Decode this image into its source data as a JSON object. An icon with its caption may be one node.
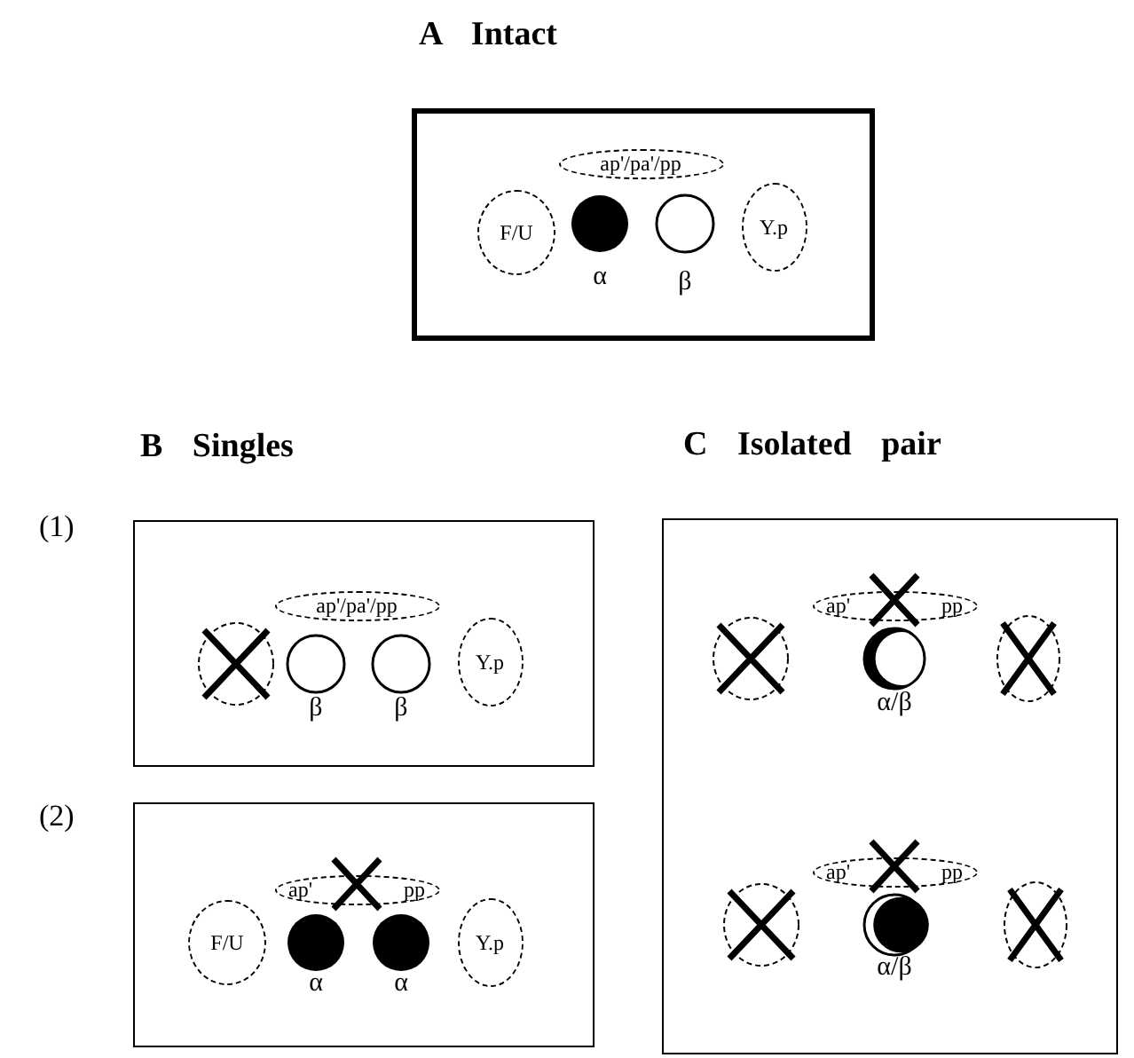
{
  "diagram": {
    "nodes": [
      {
        "text": [
          "A Intact"
        ]
      },
      {
        "text": [
          "ap'/pa'/pp"
        ],
        "in": 0
      },
      {
        "text": [
          "F/U"
        ],
        "in": 0
      },
      {
        "text": [],
        "shape": "disc",
        "in": 0,
        "beside": [
          "α"
        ]
      },
      {
        "text": [],
        "shape": "circle",
        "in": 0,
        "beside": [
          "β"
        ]
      },
      {
        "text": [
          "Y.p"
        ],
        "in": 0
      },
      {
        "text": [
          "B Singles"
        ]
      },
      {
        "text": [
          "ap'/pa'/pp"
        ],
        "in": 6
      },
      {
        "text": [],
        "shape": "ellipse",
        "in": 6
      },
      {
        "text": [],
        "shape": "circle",
        "in": 6,
        "beside": [
          "β"
        ]
      },
      {
        "text": [],
        "shape": "circle",
        "in": 6,
        "beside": [
          "β"
        ]
      },
      {
        "text": [
          "Y.p"
        ],
        "in": 6
      },
      {
        "text": [
          "C Isolated pair"
        ]
      },
      {
        "text": [
          "ap'",
          "pp"
        ],
        "in": 12
      },
      {
        "text": [],
        "shape": "ellipse",
        "in": 12
      },
      {
        "text": [],
        "shape": "crescent",
        "in": 12,
        "beside": [
          "α/β"
        ]
      },
      {
        "text": [],
        "shape": "ellipse",
        "in": 12
      },
      {
        "text": [],
        "shape": "box"
      },
      {
        "text": [
          "ap'",
          "pp"
        ],
        "in": 17
      },
      {
        "text": [
          "F/U"
        ],
        "in": 17
      },
      {
        "text": [],
        "shape": "disc",
        "in": 17,
        "beside": [
          "α"
        ]
      },
      {
        "text": [],
        "shape": "disc",
        "in": 17,
        "beside": [
          "α"
        ]
      },
      {
        "text": [
          "Y.p"
        ],
        "in": 17
      },
      {
        "text": [
          "ap'",
          "pp"
        ],
        "in": 12
      },
      {
        "text": [],
        "shape": "ellipse",
        "in": 12
      },
      {
        "text": [],
        "shape": "crescent",
        "in": 12,
        "beside": [
          "α/β"
        ]
      },
      {
        "text": [],
        "shape": "ellipse",
        "in": 12
      }
    ],
    "labels": [
      "(1)",
      "(2)"
    ]
  }
}
